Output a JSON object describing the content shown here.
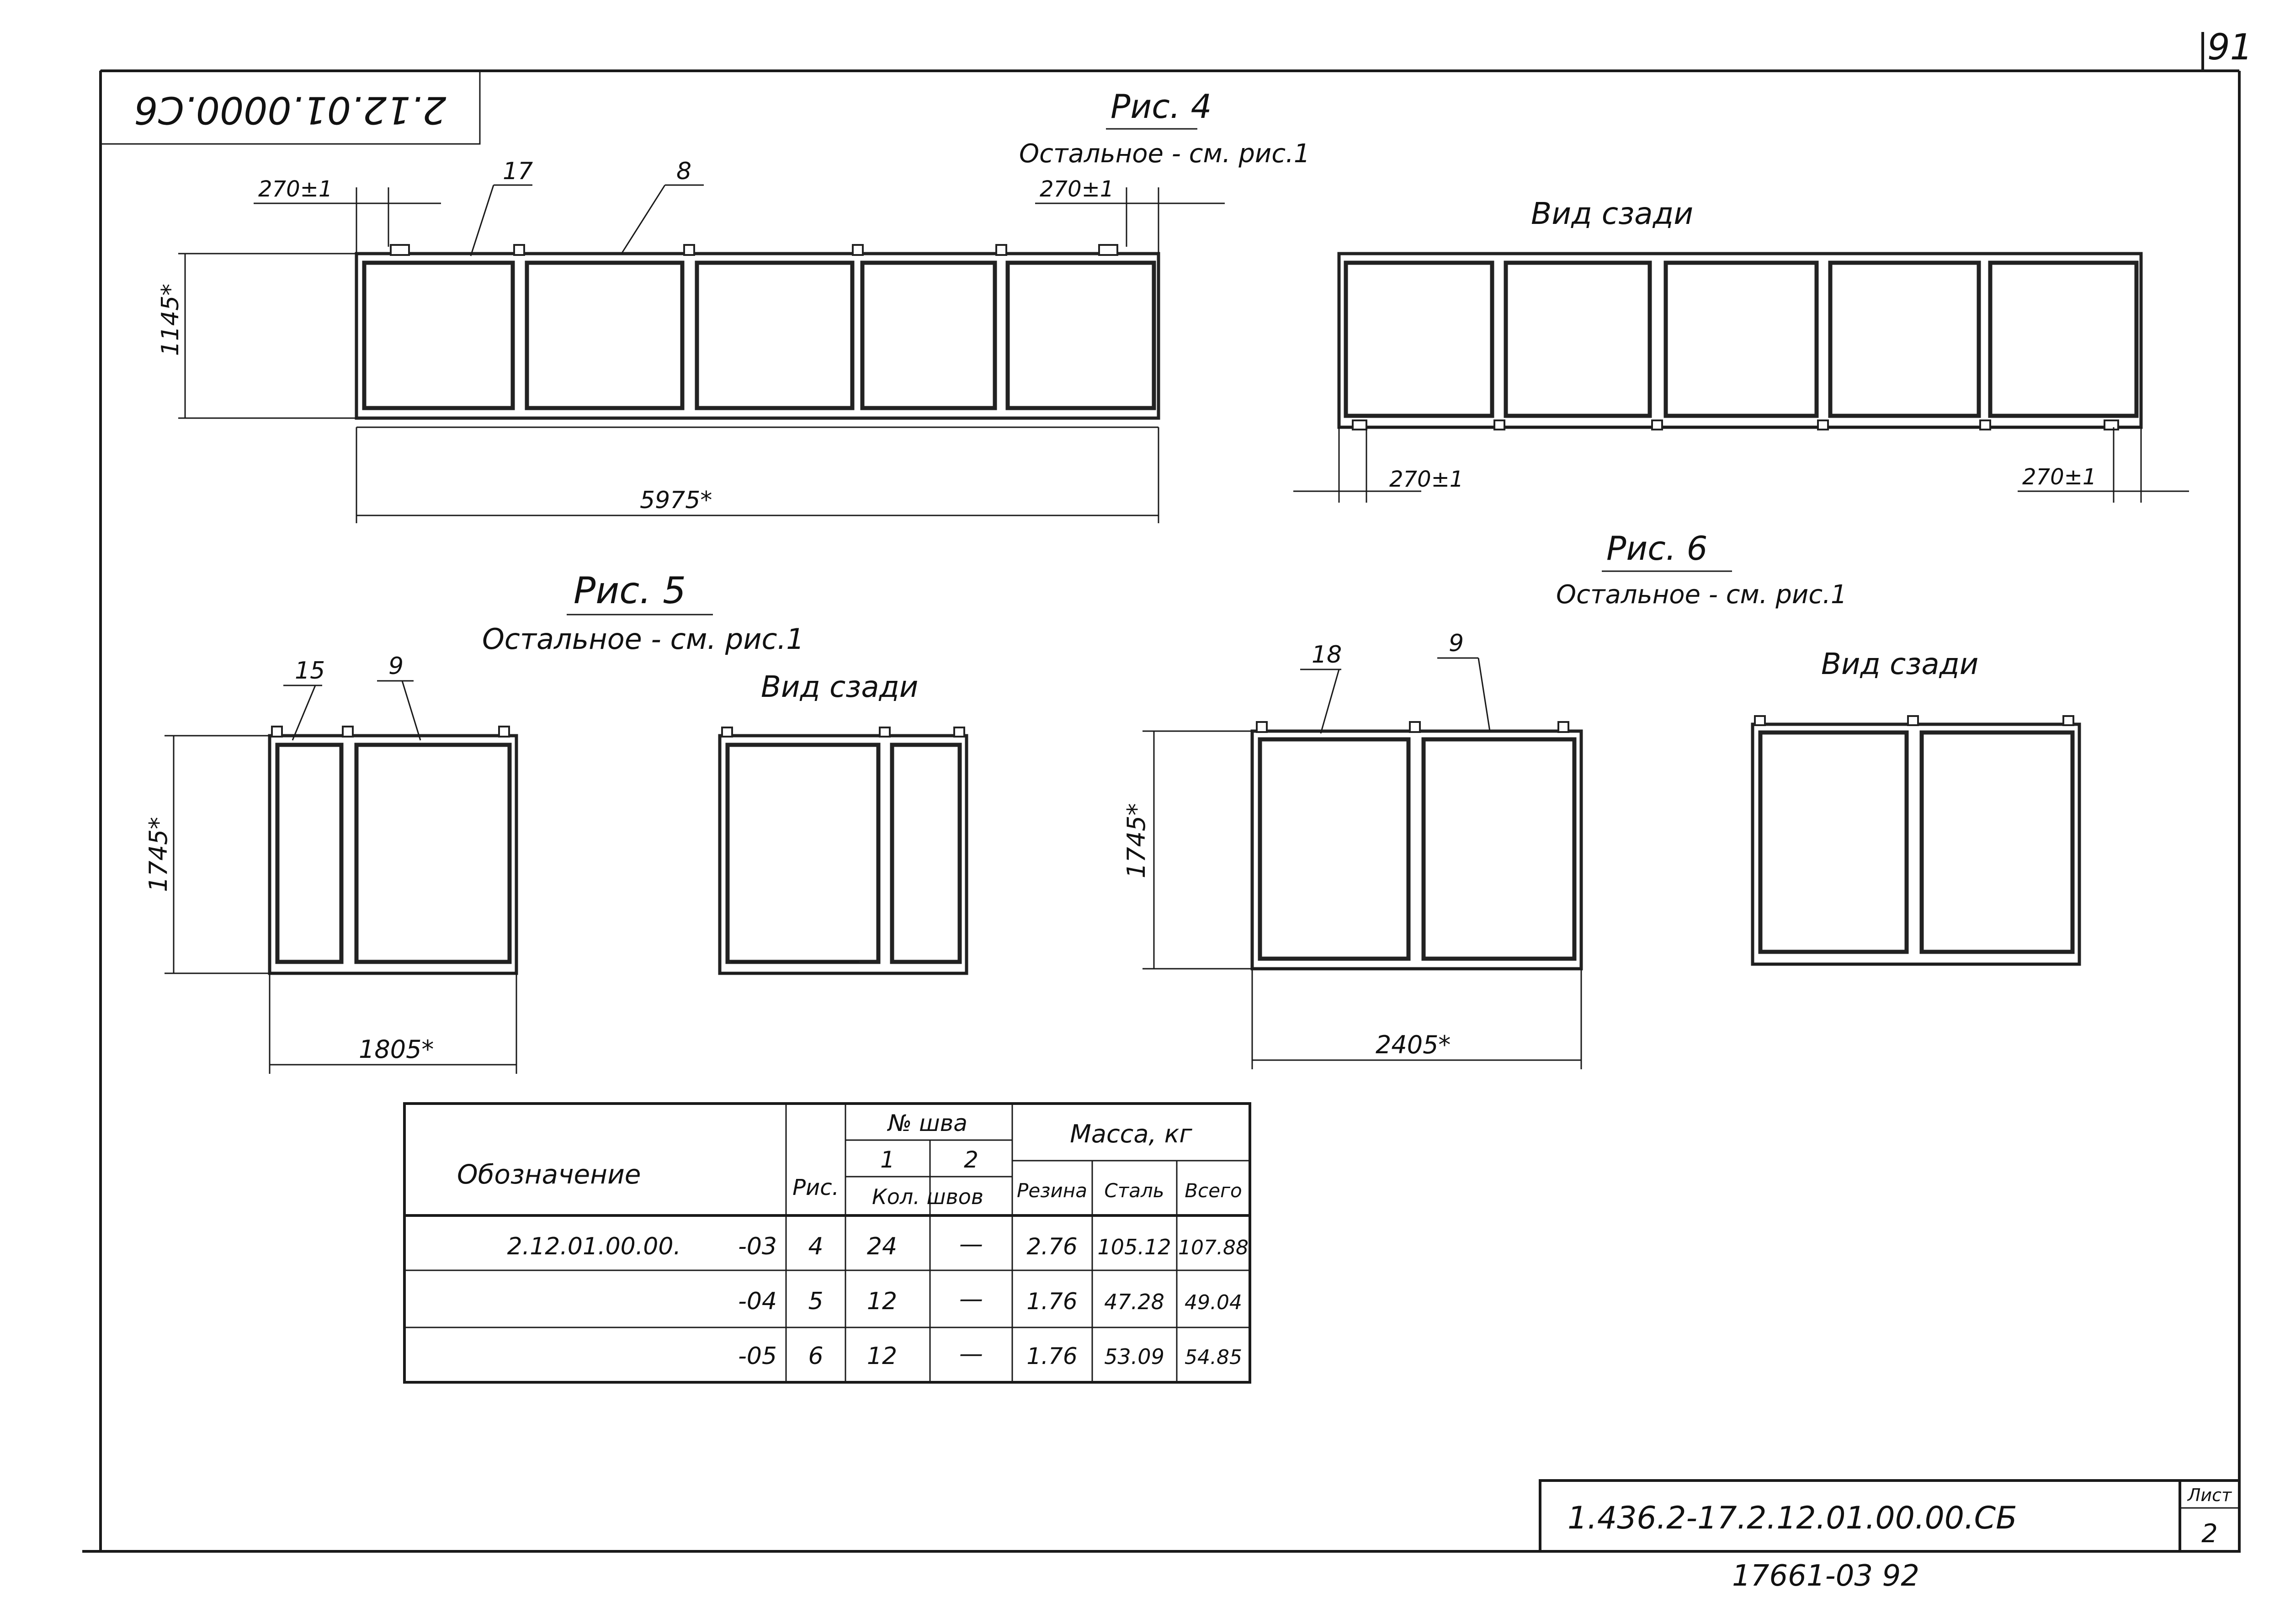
{
  "page_number": "91",
  "stamp_code": "2.12.01.0000.С6",
  "fig4": {
    "title": "Рис. 4",
    "note": "Остальное - см. рис.1",
    "dim_height": "1145*",
    "dim_width": "5975*",
    "dim_left": "270±1",
    "dim_right": "270±1",
    "callout_a": "17",
    "callout_b": "8"
  },
  "fig4_back": {
    "title": "Вид сзади",
    "dim_left": "270±1",
    "dim_right": "270±1"
  },
  "fig5": {
    "title": "Рис. 5",
    "note": "Остальное - см. рис.1",
    "dim_height": "1745*",
    "dim_width": "1805*",
    "callout_a": "15",
    "callout_b": "9"
  },
  "fig5_back": {
    "title": "Вид сзади"
  },
  "fig6": {
    "title": "Рис. 6",
    "note": "Остальное - см. рис.1",
    "dim_height": "1745*",
    "dim_width": "2405*",
    "callout_a": "18",
    "callout_b": "9"
  },
  "fig6_back": {
    "title": "Вид сзади"
  },
  "table": {
    "h_designation": "Обозначение",
    "h_fig": "Рис.",
    "h_seam_no": "№ шва",
    "h_seam_1": "1",
    "h_seam_2": "2",
    "h_seam_count": "Кол. швов",
    "h_mass": "Масса, кг",
    "h_rubber": "Резина",
    "h_steel": "Сталь",
    "h_total": "Всего",
    "rows": [
      {
        "code": "2.12.01.00.00.",
        "variant": "-03",
        "fig": "4",
        "s1": "24",
        "s2": "—",
        "rubber": "2.76",
        "steel": "105.12",
        "total": "107.88"
      },
      {
        "code": "",
        "variant": "-04",
        "fig": "5",
        "s1": "12",
        "s2": "—",
        "rubber": "1.76",
        "steel": "47.28",
        "total": "49.04"
      },
      {
        "code": "",
        "variant": "-05",
        "fig": "6",
        "s1": "12",
        "s2": "—",
        "rubber": "1.76",
        "steel": "53.09",
        "total": "54.85"
      }
    ]
  },
  "title_block": {
    "doc_code": "1.436.2-17.2.12.01.00.00.СБ",
    "sheet_label": "Лист",
    "sheet_no": "2",
    "archive_no": "17661-03 92"
  }
}
